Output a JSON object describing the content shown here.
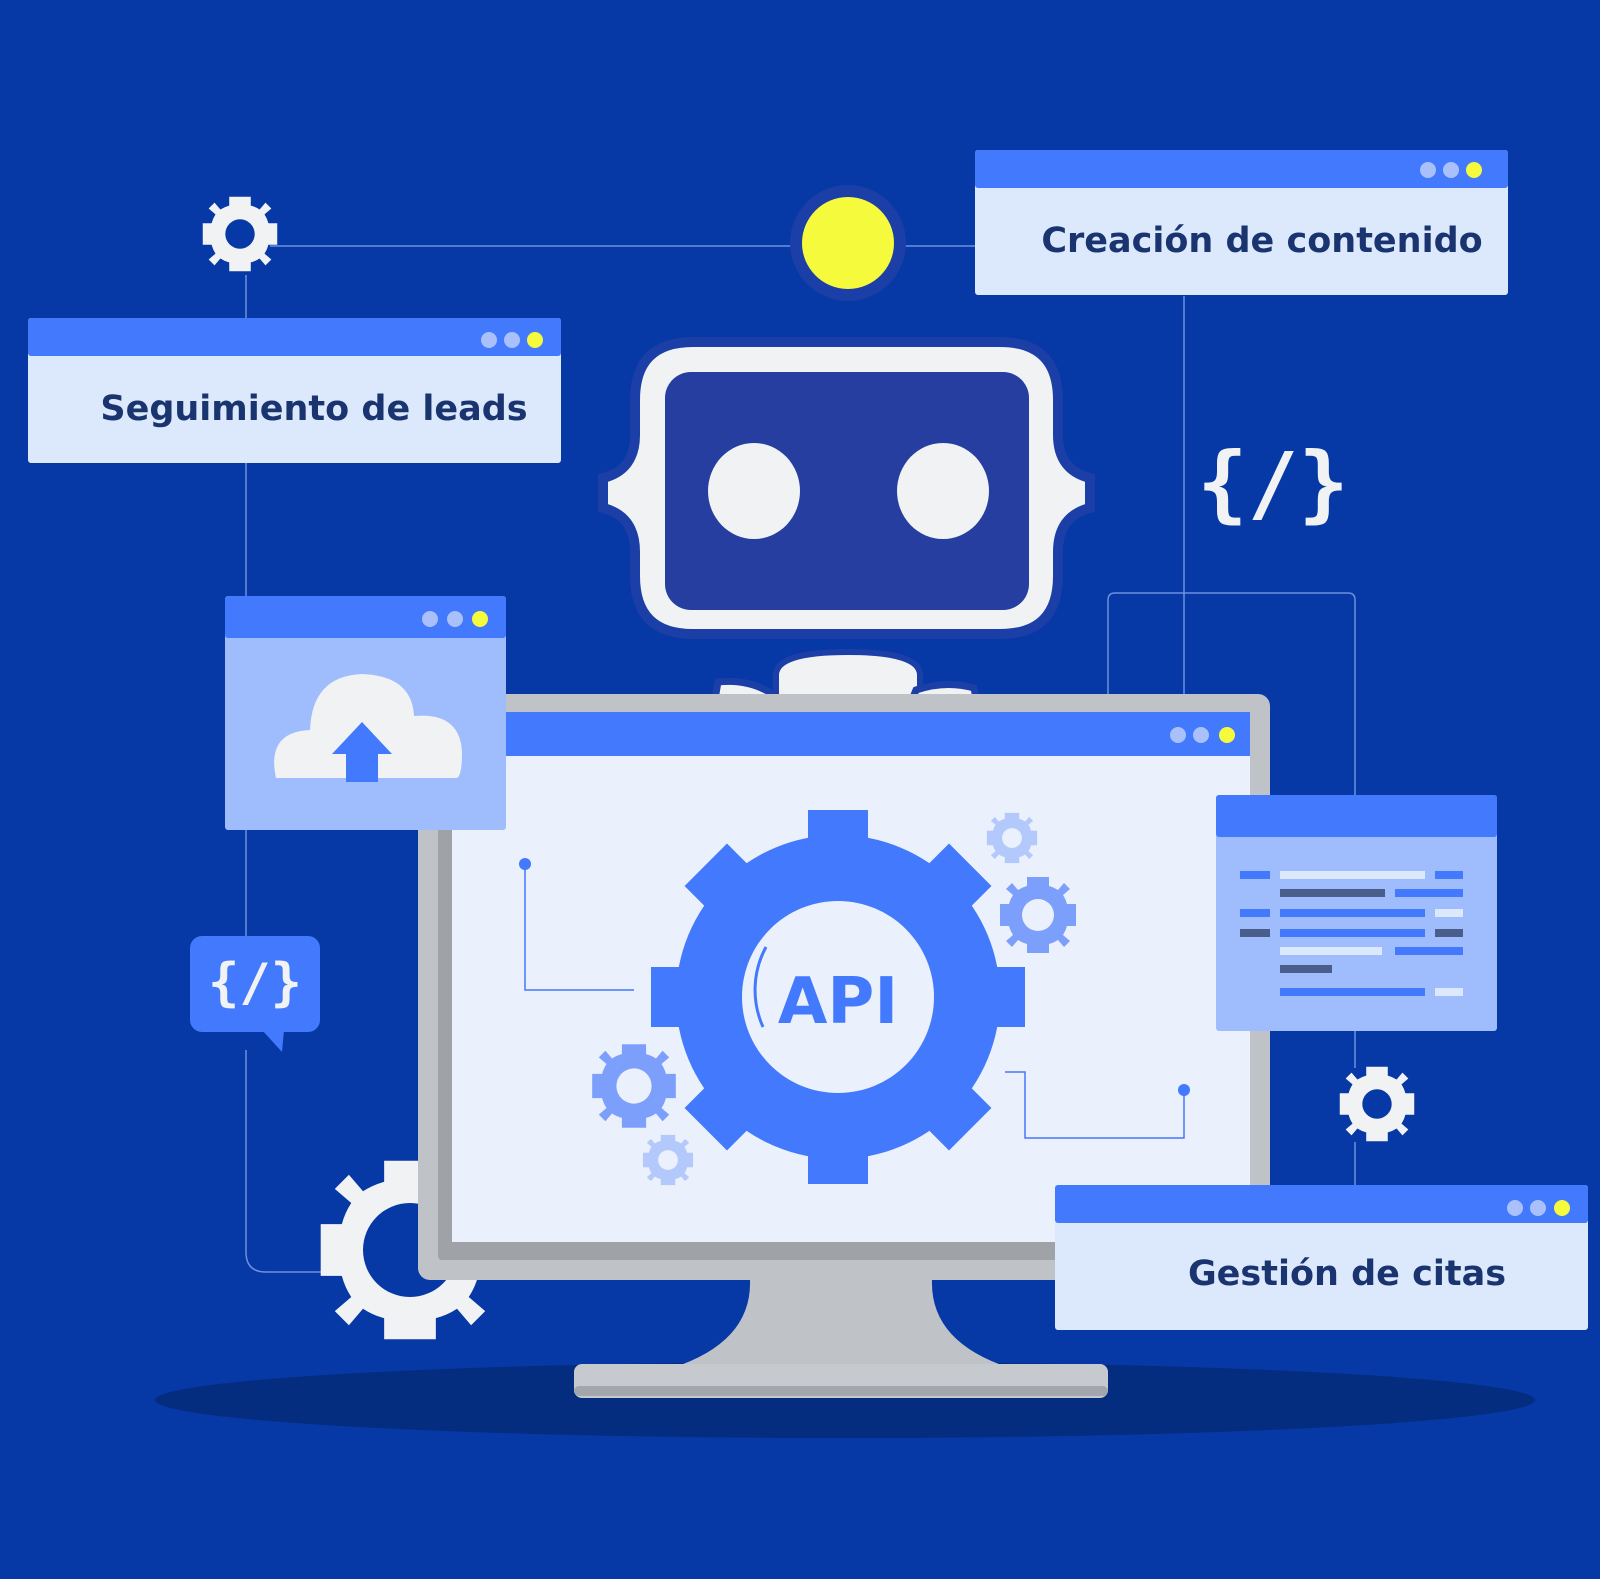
{
  "colors": {
    "background": "#0638a6",
    "window_bar": "#4379fc",
    "window_body_light": "#dce8fc",
    "window_body_mid": "#9fbcfd",
    "accent_yellow": "#f6fa3d",
    "gear_blue": "#4379fc",
    "gear_white": "#f1f2f4",
    "label_text": "#1a3470",
    "robot_face": "#253ea0"
  },
  "panels": {
    "content_creation": {
      "label": "Creación de contenido"
    },
    "lead_tracking": {
      "label": "Seguimiento de leads"
    },
    "appointment_management": {
      "label": "Gestión de citas"
    }
  },
  "monitor": {
    "center_label": "API"
  },
  "code_badges": {
    "code_symbol": "{/}"
  },
  "icons": [
    "gear-icon",
    "cloud-upload-icon",
    "code-icon",
    "robot-icon",
    "api-gear-icon",
    "window-dots-icon"
  ]
}
